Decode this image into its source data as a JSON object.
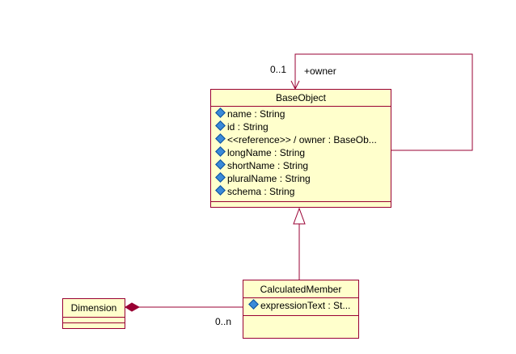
{
  "classes": {
    "base": {
      "name": "BaseObject",
      "attributes": [
        "name : String",
        "id : String",
        "<<reference>> / owner : BaseOb...",
        "longName : String",
        "shortName : String",
        "pluralName : String",
        "schema : String"
      ]
    },
    "calculated": {
      "name": "CalculatedMember",
      "attributes": [
        "expressionText : St..."
      ]
    },
    "dimension": {
      "name": "Dimension"
    }
  },
  "associations": {
    "owner_multiplicity": "0..1",
    "owner_role": "+owner",
    "members_multiplicity": "0..n"
  },
  "icons": {
    "attribute": "public-attribute-icon"
  },
  "colors": {
    "line": "#990033",
    "fill": "#ffffcc",
    "attribute_icon": "#3a8ad8"
  }
}
